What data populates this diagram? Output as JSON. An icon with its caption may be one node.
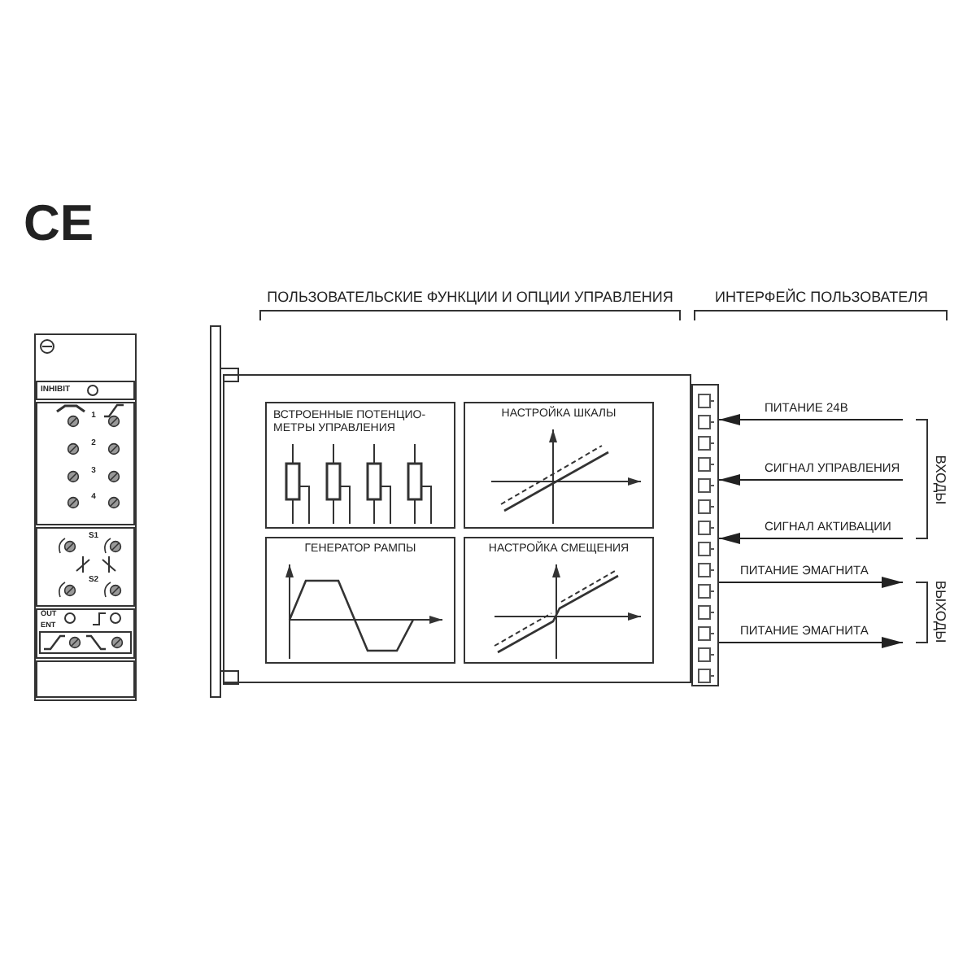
{
  "diagram": {
    "nodes": [
      {
        "text": [],
        "shape": "box"
      },
      {
        "text": [
          "ВСТРОЕННЫЕ ПОТЕНЦИО- МЕТРЫ УПРАВЛЕНИЯ"
        ],
        "in": 0
      },
      {
        "text": [
          "НАСТРОЙКА ШКАЛЫ"
        ],
        "in": 0
      },
      {
        "text": [
          "ГЕНЕРАТОР РАМПЫ"
        ],
        "in": 0
      },
      {
        "text": [
          "НАСТРОЙКА СМЕЩЕНИЯ"
        ],
        "in": 0
      },
      {
        "text": [],
        "shape": "bar"
      }
    ],
    "edges": [
      {
        "from": null,
        "to": 5,
        "arrow": "to",
        "label": "ПИТАНИЕ 24В"
      },
      {
        "from": null,
        "to": 5,
        "arrow": "to",
        "label": "СИГНАЛ УПРАВЛЕНИЯ"
      },
      {
        "from": null,
        "to": 5,
        "arrow": "to",
        "label": "СИГНАЛ АКТИВАЦИИ"
      },
      {
        "from": 5,
        "to": null,
        "arrow": "to",
        "label": "ПИТАНИЕ ЭМАГНИТА"
      },
      {
        "from": 5,
        "to": null,
        "arrow": "to",
        "label": "ПИТАНИЕ ЭМАГНИТА"
      }
    ],
    "labels": [
      "CE",
      "ПОЛЬЗОВАТЕЛЬСКИЕ ФУНКЦИИ И ОПЦИИ УПРАВЛЕНИЯ",
      "ИНТЕРФЕЙС ПОЛЬЗОВАТЕЛЯ",
      "INHIBIT",
      "1",
      "2",
      "3",
      "4",
      "S1",
      "S2",
      "OUT",
      "ENT",
      "ВХОДЫ",
      "ВЫХОДЫ"
    ]
  }
}
